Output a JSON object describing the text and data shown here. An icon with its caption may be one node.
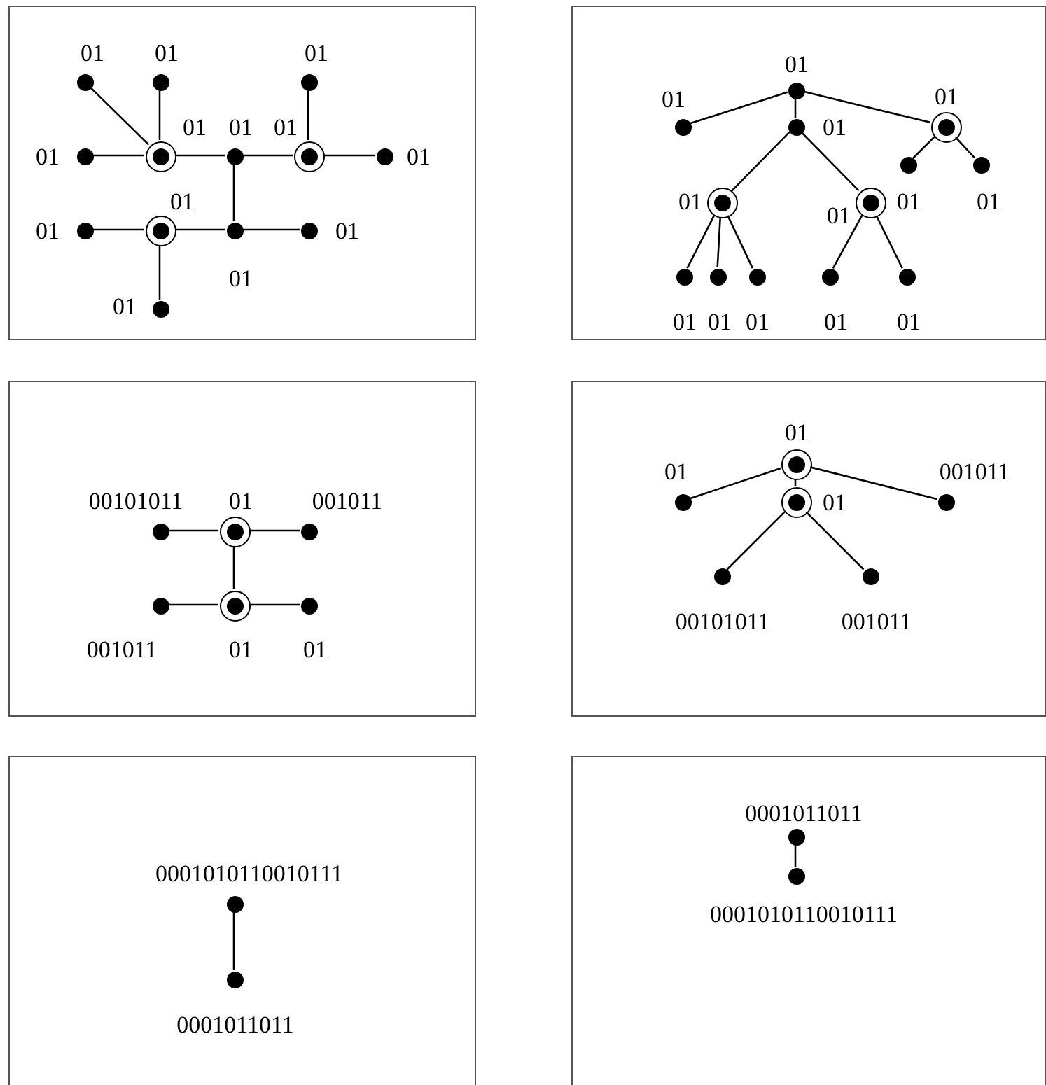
{
  "diagram": {
    "nodes": [
      {
        "text": [],
        "shape": "box"
      },
      {
        "text": [],
        "shape": "dot",
        "in": 0,
        "beside": [
          "01"
        ]
      },
      {
        "text": [],
        "shape": "dot",
        "in": 0,
        "beside": [
          "01"
        ]
      },
      {
        "text": [],
        "shape": "dot",
        "in": 0,
        "beside": [
          "01"
        ]
      },
      {
        "text": [],
        "shape": "dot",
        "in": 0,
        "beside": [
          "01"
        ]
      },
      {
        "text": [],
        "shape": "ring",
        "in": 0,
        "beside": [
          "01"
        ]
      },
      {
        "text": [],
        "shape": "dot",
        "in": 0,
        "beside": [
          "01"
        ]
      },
      {
        "text": [],
        "shape": "ring",
        "in": 0,
        "beside": [
          "01"
        ]
      },
      {
        "text": [],
        "shape": "dot",
        "in": 0,
        "beside": [
          "01"
        ]
      },
      {
        "text": [],
        "shape": "dot",
        "in": 0,
        "beside": [
          "01"
        ]
      },
      {
        "text": [],
        "shape": "ring",
        "in": 0,
        "beside": [
          "01"
        ]
      },
      {
        "text": [],
        "shape": "dot",
        "in": 0,
        "beside": [
          "01"
        ]
      },
      {
        "text": [],
        "shape": "dot",
        "in": 0,
        "beside": [
          "01"
        ]
      },
      {
        "text": [],
        "shape": "dot",
        "in": 0,
        "beside": [
          "01"
        ]
      },
      {
        "text": [],
        "shape": "box"
      },
      {
        "text": [],
        "shape": "dot",
        "in": 14,
        "beside": [
          "01"
        ]
      },
      {
        "text": [],
        "shape": "dot",
        "in": 14,
        "beside": [
          "01"
        ]
      },
      {
        "text": [],
        "shape": "dot",
        "in": 14,
        "beside": [
          "01"
        ]
      },
      {
        "text": [],
        "shape": "ring",
        "in": 14,
        "beside": [
          "01"
        ]
      },
      {
        "text": [],
        "shape": "ring",
        "in": 14,
        "beside": [
          "01"
        ]
      },
      {
        "text": [],
        "shape": "ring",
        "in": 14,
        "beside": [
          "01"
        ]
      },
      {
        "text": [],
        "shape": "dot",
        "in": 14,
        "beside": [
          "01"
        ]
      },
      {
        "text": [],
        "shape": "dot",
        "in": 14,
        "beside": [
          "01"
        ]
      },
      {
        "text": [],
        "shape": "dot",
        "in": 14,
        "beside": [
          "01"
        ]
      },
      {
        "text": [],
        "shape": "dot",
        "in": 14,
        "beside": [
          "01"
        ]
      },
      {
        "text": [],
        "shape": "dot",
        "in": 14,
        "beside": [
          "01"
        ]
      },
      {
        "text": [],
        "shape": "dot",
        "in": 14,
        "beside": [
          "01"
        ]
      },
      {
        "text": [],
        "shape": "dot",
        "in": 14,
        "beside": [
          "01"
        ]
      },
      {
        "text": [],
        "shape": "box"
      },
      {
        "text": [],
        "shape": "dot",
        "in": 28,
        "beside": [
          "00101011"
        ]
      },
      {
        "text": [],
        "shape": "ring",
        "in": 28,
        "beside": [
          "01"
        ]
      },
      {
        "text": [],
        "shape": "dot",
        "in": 28,
        "beside": [
          "001011"
        ]
      },
      {
        "text": [],
        "shape": "dot",
        "in": 28,
        "beside": [
          "001011"
        ]
      },
      {
        "text": [],
        "shape": "ring",
        "in": 28,
        "beside": [
          "01"
        ]
      },
      {
        "text": [],
        "shape": "dot",
        "in": 28,
        "beside": [
          "01"
        ]
      },
      {
        "text": [],
        "shape": "box"
      },
      {
        "text": [],
        "shape": "ring",
        "in": 35,
        "beside": [
          "01"
        ]
      },
      {
        "text": [],
        "shape": "dot",
        "in": 35,
        "beside": [
          "01"
        ]
      },
      {
        "text": [],
        "shape": "ring",
        "in": 35,
        "beside": [
          "01"
        ]
      },
      {
        "text": [],
        "shape": "dot",
        "in": 35,
        "beside": [
          "001011"
        ]
      },
      {
        "text": [],
        "shape": "dot",
        "in": 35,
        "beside": [
          "00101011"
        ]
      },
      {
        "text": [],
        "shape": "dot",
        "in": 35,
        "beside": [
          "001011"
        ]
      },
      {
        "text": [],
        "shape": "box"
      },
      {
        "text": [],
        "shape": "dot",
        "in": 42,
        "beside": [
          "0001010110010111"
        ]
      },
      {
        "text": [],
        "shape": "dot",
        "in": 42,
        "beside": [
          "0001011011"
        ]
      },
      {
        "text": [],
        "shape": "box"
      },
      {
        "text": [],
        "shape": "dot",
        "in": 45,
        "beside": [
          "0001011011"
        ]
      },
      {
        "text": [],
        "shape": "dot",
        "in": 45,
        "beside": [
          "0001010110010111"
        ]
      }
    ],
    "edges": [
      {
        "from": 1,
        "to": 5,
        "arrow": "none"
      },
      {
        "from": 2,
        "to": 5,
        "arrow": "none"
      },
      {
        "from": 3,
        "to": 7,
        "arrow": "none"
      },
      {
        "from": 4,
        "to": 5,
        "arrow": "none"
      },
      {
        "from": 5,
        "to": 6,
        "arrow": "none"
      },
      {
        "from": 6,
        "to": 7,
        "arrow": "none"
      },
      {
        "from": 7,
        "to": 8,
        "arrow": "none"
      },
      {
        "from": 6,
        "to": 11,
        "arrow": "none"
      },
      {
        "from": 9,
        "to": 10,
        "arrow": "none"
      },
      {
        "from": 10,
        "to": 11,
        "arrow": "none"
      },
      {
        "from": 11,
        "to": 12,
        "arrow": "none"
      },
      {
        "from": 10,
        "to": 13,
        "arrow": "none"
      },
      {
        "from": 15,
        "to": 16,
        "arrow": "none"
      },
      {
        "from": 15,
        "to": 17,
        "arrow": "none"
      },
      {
        "from": 15,
        "to": 18,
        "arrow": "none"
      },
      {
        "from": 18,
        "to": 21,
        "arrow": "none"
      },
      {
        "from": 18,
        "to": 22,
        "arrow": "none"
      },
      {
        "from": 17,
        "to": 19,
        "arrow": "none"
      },
      {
        "from": 17,
        "to": 20,
        "arrow": "none"
      },
      {
        "from": 19,
        "to": 23,
        "arrow": "none"
      },
      {
        "from": 19,
        "to": 24,
        "arrow": "none"
      },
      {
        "from": 19,
        "to": 25,
        "arrow": "none"
      },
      {
        "from": 20,
        "to": 26,
        "arrow": "none"
      },
      {
        "from": 20,
        "to": 27,
        "arrow": "none"
      },
      {
        "from": 29,
        "to": 30,
        "arrow": "none"
      },
      {
        "from": 30,
        "to": 31,
        "arrow": "none"
      },
      {
        "from": 30,
        "to": 33,
        "arrow": "none"
      },
      {
        "from": 32,
        "to": 33,
        "arrow": "none"
      },
      {
        "from": 33,
        "to": 34,
        "arrow": "none"
      },
      {
        "from": 36,
        "to": 37,
        "arrow": "none"
      },
      {
        "from": 36,
        "to": 38,
        "arrow": "none"
      },
      {
        "from": 36,
        "to": 39,
        "arrow": "none"
      },
      {
        "from": 38,
        "to": 40,
        "arrow": "none"
      },
      {
        "from": 38,
        "to": 41,
        "arrow": "none"
      },
      {
        "from": 43,
        "to": 44,
        "arrow": "none"
      },
      {
        "from": 46,
        "to": 47,
        "arrow": "none"
      }
    ]
  }
}
